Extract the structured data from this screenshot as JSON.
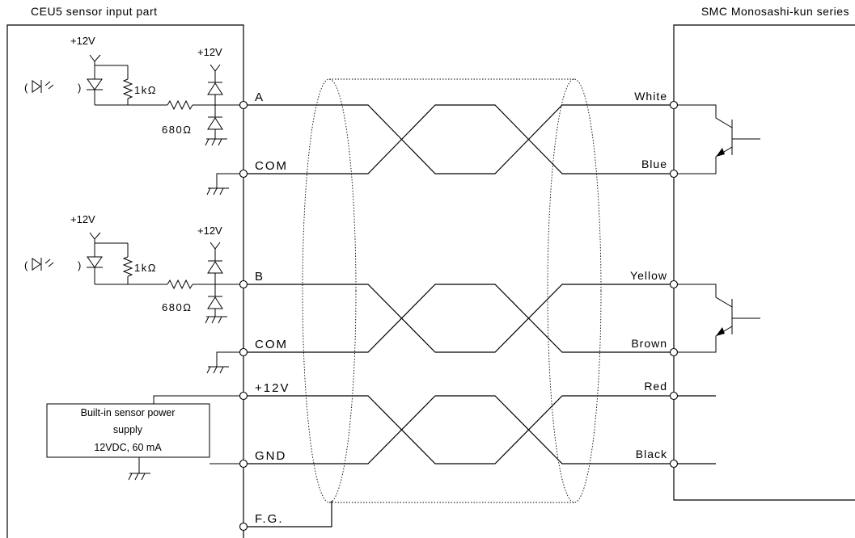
{
  "titles": {
    "left": "CEU5 sensor input part",
    "right": "SMC Monosashi-kun series"
  },
  "left_terminals": [
    "A",
    "COM",
    "B",
    "COM",
    "+12V",
    "GND",
    "F.G."
  ],
  "right_wires": [
    "White",
    "Blue",
    "Yellow",
    "Brown",
    "Red",
    "Black"
  ],
  "circuit": {
    "supply_label": "+12V",
    "resistor_1": "1kΩ",
    "resistor_2": "680Ω",
    "photocoupler_open": "(",
    "photocoupler_close": ")"
  },
  "power_supply": {
    "line1": "Built-in sensor power",
    "line2": "supply",
    "line3": "12VDC, 60 mA"
  }
}
